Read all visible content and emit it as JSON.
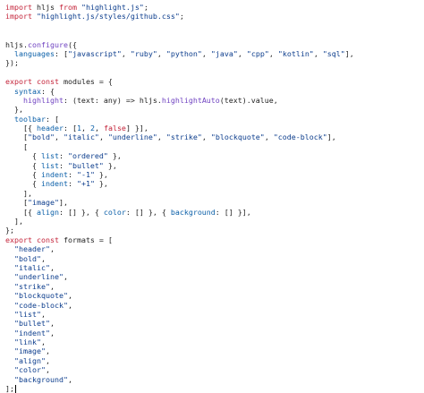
{
  "colors": {
    "keyword": "#c4243a",
    "string": "#0b3c8c",
    "function": "#6f42c1",
    "property": "#0a5fa8",
    "text": "#1f1f1f",
    "background": "#ffffff"
  },
  "code": {
    "lines": [
      [
        {
          "t": "import",
          "c": "kw"
        },
        {
          "t": " hljs "
        },
        {
          "t": "from",
          "c": "kw"
        },
        {
          "t": " "
        },
        {
          "t": "\"highlight.js\"",
          "c": "str"
        },
        {
          "t": ";"
        }
      ],
      [
        {
          "t": "import",
          "c": "kw"
        },
        {
          "t": " "
        },
        {
          "t": "\"highlight.js/styles/github.css\"",
          "c": "str"
        },
        {
          "t": ";"
        }
      ],
      [],
      [],
      [
        {
          "t": "hljs."
        },
        {
          "t": "configure",
          "c": "fn"
        },
        {
          "t": "({"
        }
      ],
      [
        {
          "t": "  "
        },
        {
          "t": "languages",
          "c": "prop"
        },
        {
          "t": ": ["
        },
        {
          "t": "\"javascript\"",
          "c": "str"
        },
        {
          "t": ", "
        },
        {
          "t": "\"ruby\"",
          "c": "str"
        },
        {
          "t": ", "
        },
        {
          "t": "\"python\"",
          "c": "str"
        },
        {
          "t": ", "
        },
        {
          "t": "\"java\"",
          "c": "str"
        },
        {
          "t": ", "
        },
        {
          "t": "\"cpp\"",
          "c": "str"
        },
        {
          "t": ", "
        },
        {
          "t": "\"kotlin\"",
          "c": "str"
        },
        {
          "t": ", "
        },
        {
          "t": "\"sql\"",
          "c": "str"
        },
        {
          "t": "],"
        }
      ],
      [
        {
          "t": "});"
        }
      ],
      [],
      [
        {
          "t": "export",
          "c": "kw"
        },
        {
          "t": " "
        },
        {
          "t": "const",
          "c": "kw"
        },
        {
          "t": " modules = {"
        }
      ],
      [
        {
          "t": "  "
        },
        {
          "t": "syntax",
          "c": "prop"
        },
        {
          "t": ": {"
        }
      ],
      [
        {
          "t": "    "
        },
        {
          "t": "highlight",
          "c": "fn"
        },
        {
          "t": ": (text: any) => hljs."
        },
        {
          "t": "highlightAuto",
          "c": "fn"
        },
        {
          "t": "(text).value,"
        }
      ],
      [
        {
          "t": "  },"
        }
      ],
      [
        {
          "t": "  "
        },
        {
          "t": "toolbar",
          "c": "prop"
        },
        {
          "t": ": ["
        }
      ],
      [
        {
          "t": "    [{ "
        },
        {
          "t": "header",
          "c": "prop"
        },
        {
          "t": ": ["
        },
        {
          "t": "1",
          "c": "num"
        },
        {
          "t": ", "
        },
        {
          "t": "2",
          "c": "num"
        },
        {
          "t": ", "
        },
        {
          "t": "false",
          "c": "kw"
        },
        {
          "t": "] }],"
        }
      ],
      [
        {
          "t": "    ["
        },
        {
          "t": "\"bold\"",
          "c": "str"
        },
        {
          "t": ", "
        },
        {
          "t": "\"italic\"",
          "c": "str"
        },
        {
          "t": ", "
        },
        {
          "t": "\"underline\"",
          "c": "str"
        },
        {
          "t": ", "
        },
        {
          "t": "\"strike\"",
          "c": "str"
        },
        {
          "t": ", "
        },
        {
          "t": "\"blockquote\"",
          "c": "str"
        },
        {
          "t": ", "
        },
        {
          "t": "\"code-block\"",
          "c": "str"
        },
        {
          "t": "],"
        }
      ],
      [
        {
          "t": "    ["
        }
      ],
      [
        {
          "t": "      { "
        },
        {
          "t": "list",
          "c": "prop"
        },
        {
          "t": ": "
        },
        {
          "t": "\"ordered\"",
          "c": "str"
        },
        {
          "t": " },"
        }
      ],
      [
        {
          "t": "      { "
        },
        {
          "t": "list",
          "c": "prop"
        },
        {
          "t": ": "
        },
        {
          "t": "\"bullet\"",
          "c": "str"
        },
        {
          "t": " },"
        }
      ],
      [
        {
          "t": "      { "
        },
        {
          "t": "indent",
          "c": "prop"
        },
        {
          "t": ": "
        },
        {
          "t": "\"-1\"",
          "c": "str"
        },
        {
          "t": " },"
        }
      ],
      [
        {
          "t": "      { "
        },
        {
          "t": "indent",
          "c": "prop"
        },
        {
          "t": ": "
        },
        {
          "t": "\"+1\"",
          "c": "str"
        },
        {
          "t": " },"
        }
      ],
      [
        {
          "t": "    ],"
        }
      ],
      [
        {
          "t": "    ["
        },
        {
          "t": "\"image\"",
          "c": "str"
        },
        {
          "t": "],"
        }
      ],
      [
        {
          "t": "    [{ "
        },
        {
          "t": "align",
          "c": "prop"
        },
        {
          "t": ": [] }, { "
        },
        {
          "t": "color",
          "c": "prop"
        },
        {
          "t": ": [] }, { "
        },
        {
          "t": "background",
          "c": "prop"
        },
        {
          "t": ": [] }],"
        }
      ],
      [
        {
          "t": "  ],"
        }
      ],
      [
        {
          "t": "};"
        }
      ],
      [
        {
          "t": "export",
          "c": "kw"
        },
        {
          "t": " "
        },
        {
          "t": "const",
          "c": "kw"
        },
        {
          "t": " formats = ["
        }
      ],
      [
        {
          "t": "  "
        },
        {
          "t": "\"header\"",
          "c": "str"
        },
        {
          "t": ","
        }
      ],
      [
        {
          "t": "  "
        },
        {
          "t": "\"bold\"",
          "c": "str"
        },
        {
          "t": ","
        }
      ],
      [
        {
          "t": "  "
        },
        {
          "t": "\"italic\"",
          "c": "str"
        },
        {
          "t": ","
        }
      ],
      [
        {
          "t": "  "
        },
        {
          "t": "\"underline\"",
          "c": "str"
        },
        {
          "t": ","
        }
      ],
      [
        {
          "t": "  "
        },
        {
          "t": "\"strike\"",
          "c": "str"
        },
        {
          "t": ","
        }
      ],
      [
        {
          "t": "  "
        },
        {
          "t": "\"blockquote\"",
          "c": "str"
        },
        {
          "t": ","
        }
      ],
      [
        {
          "t": "  "
        },
        {
          "t": "\"code-block\"",
          "c": "str"
        },
        {
          "t": ","
        }
      ],
      [
        {
          "t": "  "
        },
        {
          "t": "\"list\"",
          "c": "str"
        },
        {
          "t": ","
        }
      ],
      [
        {
          "t": "  "
        },
        {
          "t": "\"bullet\"",
          "c": "str"
        },
        {
          "t": ","
        }
      ],
      [
        {
          "t": "  "
        },
        {
          "t": "\"indent\"",
          "c": "str"
        },
        {
          "t": ","
        }
      ],
      [
        {
          "t": "  "
        },
        {
          "t": "\"link\"",
          "c": "str"
        },
        {
          "t": ","
        }
      ],
      [
        {
          "t": "  "
        },
        {
          "t": "\"image\"",
          "c": "str"
        },
        {
          "t": ","
        }
      ],
      [
        {
          "t": "  "
        },
        {
          "t": "\"align\"",
          "c": "str"
        },
        {
          "t": ","
        }
      ],
      [
        {
          "t": "  "
        },
        {
          "t": "\"color\"",
          "c": "str"
        },
        {
          "t": ","
        }
      ],
      [
        {
          "t": "  "
        },
        {
          "t": "\"background\"",
          "c": "str"
        },
        {
          "t": ","
        }
      ],
      [
        {
          "t": "];"
        }
      ]
    ]
  }
}
